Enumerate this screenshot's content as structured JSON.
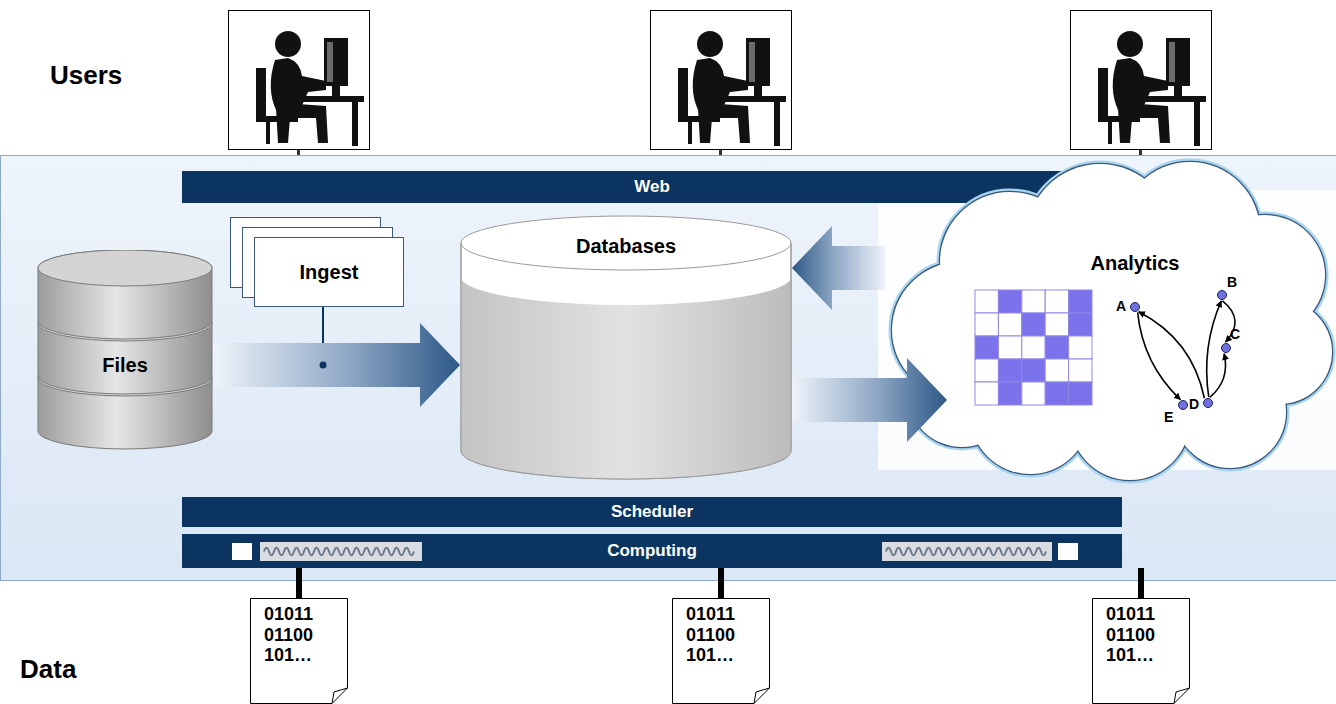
{
  "diagram": {
    "nodes": [
      {
        "text": [
          "Web"
        ]
      },
      {
        "text": [
          "Files"
        ]
      },
      {
        "text": [
          "Ingest"
        ]
      },
      {
        "text": [
          "Databases"
        ]
      },
      {
        "text": [
          "Analytics"
        ]
      },
      {
        "text": [
          "A"
        ],
        "in": 4
      },
      {
        "text": [
          "B"
        ],
        "in": 4
      },
      {
        "text": [
          "C"
        ],
        "in": 4
      },
      {
        "text": [
          "E"
        ],
        "in": 4
      },
      {
        "text": [
          "D"
        ],
        "in": 4
      },
      {
        "text": [
          "Scheduler"
        ]
      },
      {
        "text": [
          "Computing"
        ]
      },
      {
        "text": [
          "01011 01100 101…"
        ]
      },
      {
        "text": [
          "01011 01100 101…"
        ]
      },
      {
        "text": [
          "01011 01100 101…"
        ]
      }
    ],
    "edges": [
      {
        "from": 1,
        "to": 3,
        "arrow": "to"
      },
      {
        "from": 3,
        "to": 4,
        "arrow": "to"
      },
      {
        "from": 4,
        "to": 3,
        "arrow": "to"
      },
      {
        "from": 5,
        "to": 8,
        "arrow": "to"
      },
      {
        "from": 9,
        "to": 5,
        "arrow": "to"
      },
      {
        "from": 9,
        "to": 6,
        "arrow": "to"
      },
      {
        "from": 6,
        "to": 7,
        "arrow": "to"
      },
      {
        "from": 9,
        "to": 7,
        "arrow": "to"
      },
      {
        "from": 12,
        "to": 11,
        "arrow": "none"
      },
      {
        "from": 13,
        "to": 11,
        "arrow": "none"
      },
      {
        "from": 14,
        "to": 11,
        "arrow": "none"
      }
    ],
    "labels": [
      "Users",
      "Data"
    ]
  }
}
